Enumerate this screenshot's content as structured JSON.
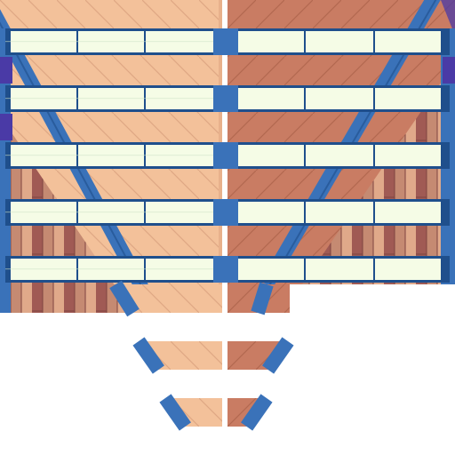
{
  "sprite_sheet": {
    "kind": "tileset-texture",
    "layers": [
      "wood-plank-background",
      "diagonal-blue-beams",
      "horizontal-window-bands",
      "center-blue-blocks",
      "triangular-roof-lower-section"
    ],
    "colors": {
      "wood_light": "#f3c19a",
      "wood_light_stripe": "#dfa783",
      "wood_dark": "#c97c63",
      "wood_dark_stripe": "#b36850",
      "wood_vertical_dark": "#a05a54",
      "wood_vertical_mid": "#c58a72",
      "wood_vertical_light": "#e8b48f",
      "beam_blue": "#3a72b9",
      "beam_dark_blue": "#1f4f8c",
      "window_fill": "#f5fce6",
      "window_frame": "#1f4f8c",
      "center_block": "#3a72b9",
      "divider_white": "#ffffff",
      "indigo_edge": "#4a3aa6",
      "empty": "#ffffff"
    },
    "icons": {
      "beam": "diagonal-beam-icon",
      "window": "window-pane-icon",
      "block": "center-block-icon"
    }
  }
}
